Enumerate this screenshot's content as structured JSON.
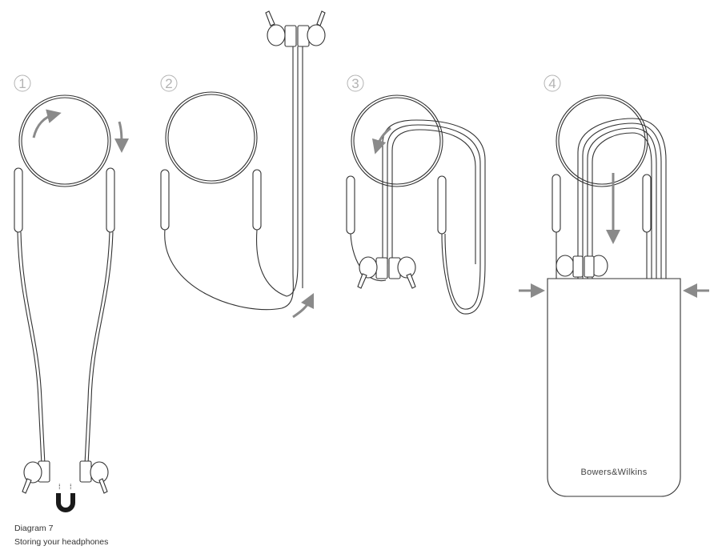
{
  "steps": [
    {
      "number": "1"
    },
    {
      "number": "2"
    },
    {
      "number": "3"
    },
    {
      "number": "4"
    }
  ],
  "case": {
    "brand": "Bowers&Wilkins"
  },
  "caption": {
    "title": "Diagram 7",
    "subtitle": "Storing your headphones"
  },
  "colors": {
    "line": "#333333",
    "arrow": "#8a8a8a",
    "step_number": "#b3b3b3"
  }
}
